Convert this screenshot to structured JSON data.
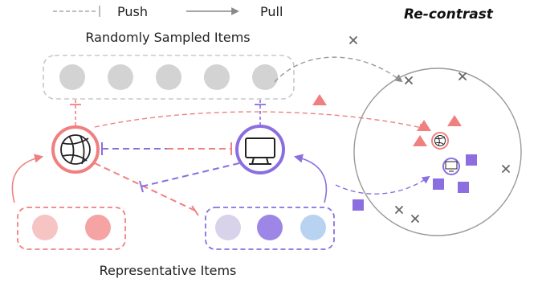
{
  "legend": {
    "push_label": "Push",
    "pull_label": "Pull"
  },
  "title": "Re-contrast",
  "random_group_label": "Randomly Sampled Items",
  "representative_group_label": "Representative Items",
  "colors": {
    "red": "#f08080",
    "red_light": "#f7c4c4",
    "red_mid": "#f5a3a3",
    "purple": "#8b6fe0",
    "purple_light": "#d8d3ea",
    "purple_mid": "#9d86e6",
    "blue_light": "#b8d3f2",
    "gray": "#d3d3d3",
    "dash_gray": "#bbbbbb",
    "dark": "#222222"
  },
  "icons": {
    "anchor_left": "basketball-icon",
    "anchor_right": "monitor-icon",
    "neg_marker": "x-mark-icon",
    "red_marker": "triangle-icon",
    "purple_marker": "square-icon"
  }
}
